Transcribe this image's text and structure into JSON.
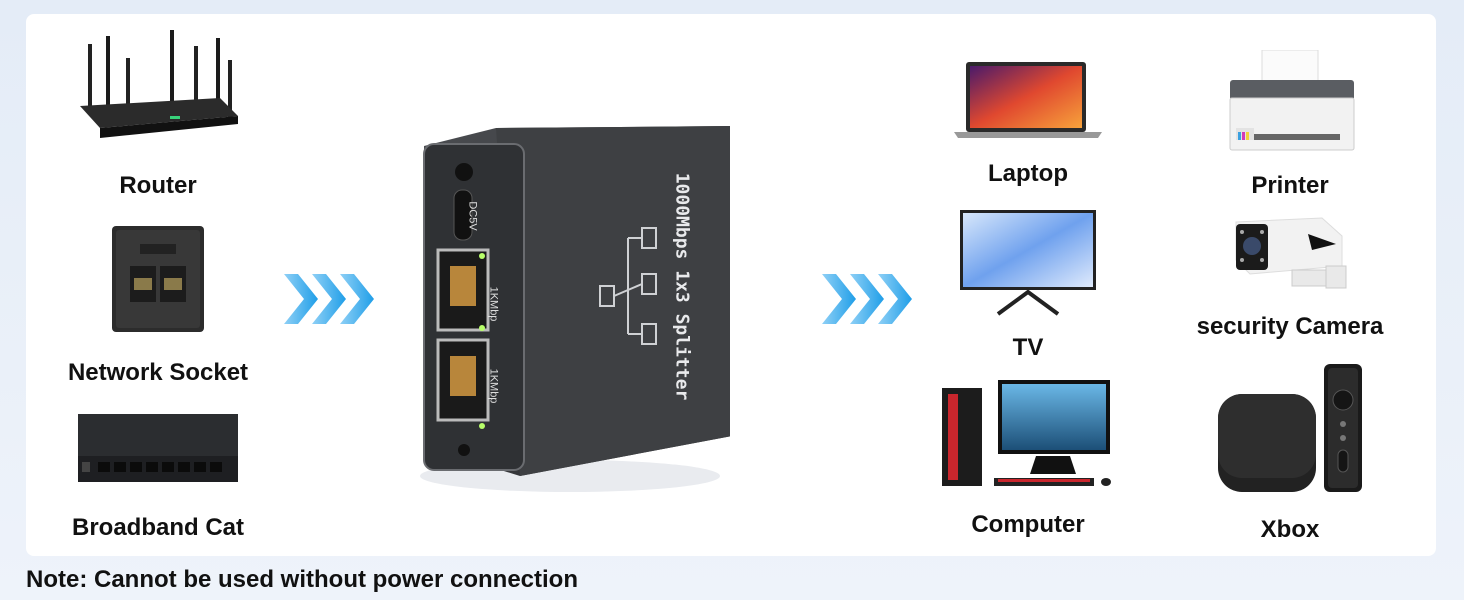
{
  "inputs": [
    {
      "label": "Router",
      "icon": "router-icon"
    },
    {
      "label": "Network Socket",
      "icon": "network-socket-icon"
    },
    {
      "label": "Broadband Cat",
      "icon": "network-switch-icon"
    }
  ],
  "splitter": {
    "title": "1000Mbps 1x3 Splitter",
    "power_label": "DC5V",
    "port1_label": "1KMbp",
    "port2_label": "1KMbp",
    "icon": "splitter-device-icon"
  },
  "outputs": [
    {
      "label": "Laptop",
      "icon": "laptop-icon"
    },
    {
      "label": "TV",
      "icon": "tv-icon"
    },
    {
      "label": "Computer",
      "icon": "desktop-computer-icon"
    },
    {
      "label": "Printer",
      "icon": "printer-icon"
    },
    {
      "label": "security Camera",
      "icon": "security-camera-icon"
    },
    {
      "label": "Xbox",
      "icon": "media-box-icon"
    }
  ],
  "note": "Note: Cannot be used without power connection",
  "colors": {
    "arrow": "#2aa7ea",
    "device": "#3b3d40",
    "port_led": "#b8ff6a"
  }
}
